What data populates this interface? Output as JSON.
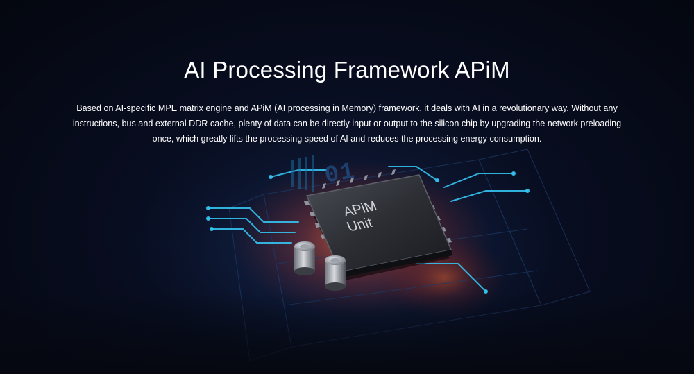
{
  "title": "AI Processing Framework APiM",
  "description": "Based on AI-specific MPE matrix engine and APiM (AI processing in Memory) framework, it deals with AI in a revolutionary way. Without any instructions, bus and external DDR cache, plenty of data can be directly input or output to the silicon chip by upgrading the network preloading once, which greatly lifts the processing speed of AI and reduces the processing energy consumption.",
  "chip": {
    "line1": "APiM",
    "line2": "Unit"
  },
  "board_digits": "01",
  "colors": {
    "background": "#060a18",
    "glow": "#ff5a2a",
    "circuit": "#35c3f0",
    "text": "#ffffff"
  }
}
